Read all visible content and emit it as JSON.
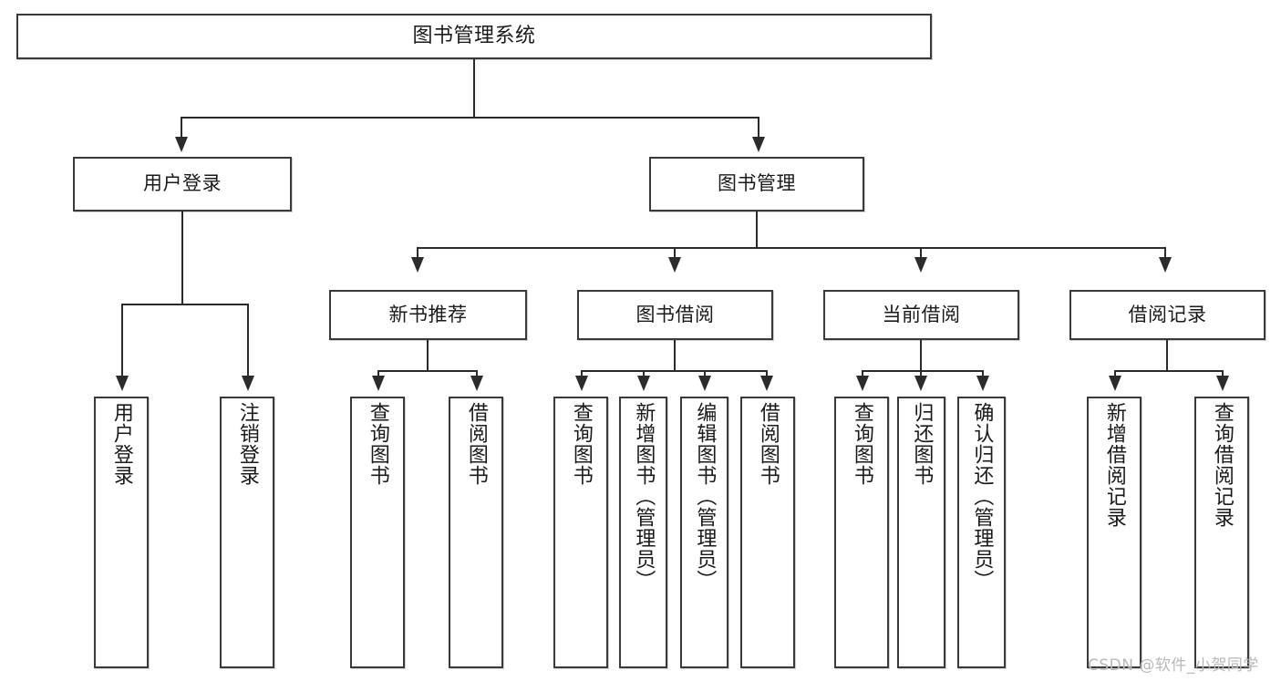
{
  "diagram": {
    "title": "图书管理系统",
    "type": "tree",
    "root": {
      "label": "图书管理系统"
    },
    "level2": [
      {
        "label": "用户登录"
      },
      {
        "label": "图书管理"
      }
    ],
    "level3": [
      {
        "label": "新书推荐"
      },
      {
        "label": "图书借阅"
      },
      {
        "label": "当前借阅"
      },
      {
        "label": "借阅记录"
      }
    ],
    "leaves": {
      "user_login": [
        {
          "label": "用户登录"
        },
        {
          "label": "注销登录"
        }
      ],
      "new_book_recommend": [
        {
          "label": "查询图书"
        },
        {
          "label": "借阅图书"
        }
      ],
      "book_borrow": [
        {
          "label": "查询图书"
        },
        {
          "label": "新增图书（管理员）"
        },
        {
          "label": "编辑图书（管理员）"
        },
        {
          "label": "借阅图书"
        }
      ],
      "current_borrow": [
        {
          "label": "查询图书"
        },
        {
          "label": "归还图书"
        },
        {
          "label": "确认归还（管理员）"
        }
      ],
      "borrow_record": [
        {
          "label": "新增借阅记录"
        },
        {
          "label": "查询借阅记录"
        }
      ]
    }
  },
  "watermark": {
    "text": "CSDN @软件_小贺同学"
  },
  "colors": {
    "box_border": "#3a3a3a",
    "connector": "#2b2b2b",
    "text": "#1a1a1a",
    "background": "#ffffff",
    "watermark": "#b9b9b9"
  }
}
